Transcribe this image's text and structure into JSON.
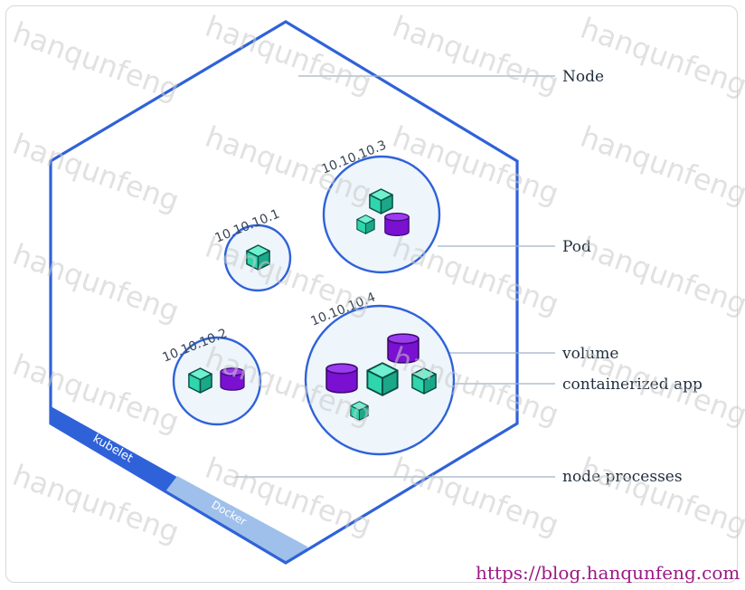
{
  "colors": {
    "hexagon_stroke": "#2f62d9",
    "pod_fill": "#eef5fb",
    "pod_stroke": "#2f62d9",
    "cube_face": "#2fd6ad",
    "cube_dark": "#1aa889",
    "cube_edge": "#0b4f44",
    "volume_fill": "#7a10d2",
    "volume_top": "#9b3bf0",
    "leader_line": "#9fb2c8",
    "label_text": "#1f2d3d",
    "kubelet_band": "#2f62d9",
    "docker_band": "#9fc0ea",
    "watermark": "#c8c8c8",
    "url_text": "#9b1a86"
  },
  "labels": {
    "node": "Node",
    "pod": "Pod",
    "volume": "volume",
    "containerized_app": "containerized app",
    "node_processes": "node processes"
  },
  "node_processes": {
    "kubelet": "kubelet",
    "docker": "Docker"
  },
  "pods": [
    {
      "ip": "10.10.10.1",
      "icons": [
        "container-cube-icon"
      ]
    },
    {
      "ip": "10.10.10.2",
      "icons": [
        "container-cube-icon",
        "volume-cylinder-icon"
      ]
    },
    {
      "ip": "10.10.10.3",
      "icons": [
        "container-cube-icon",
        "container-cube-icon",
        "volume-cylinder-icon"
      ]
    },
    {
      "ip": "10.10.10.4",
      "icons": [
        "volume-cylinder-icon",
        "volume-cylinder-icon",
        "container-cube-icon",
        "container-cube-icon",
        "container-cube-icon"
      ]
    }
  ],
  "watermark": "hanqunfeng",
  "url": "https://blog.hanqunfeng.com"
}
